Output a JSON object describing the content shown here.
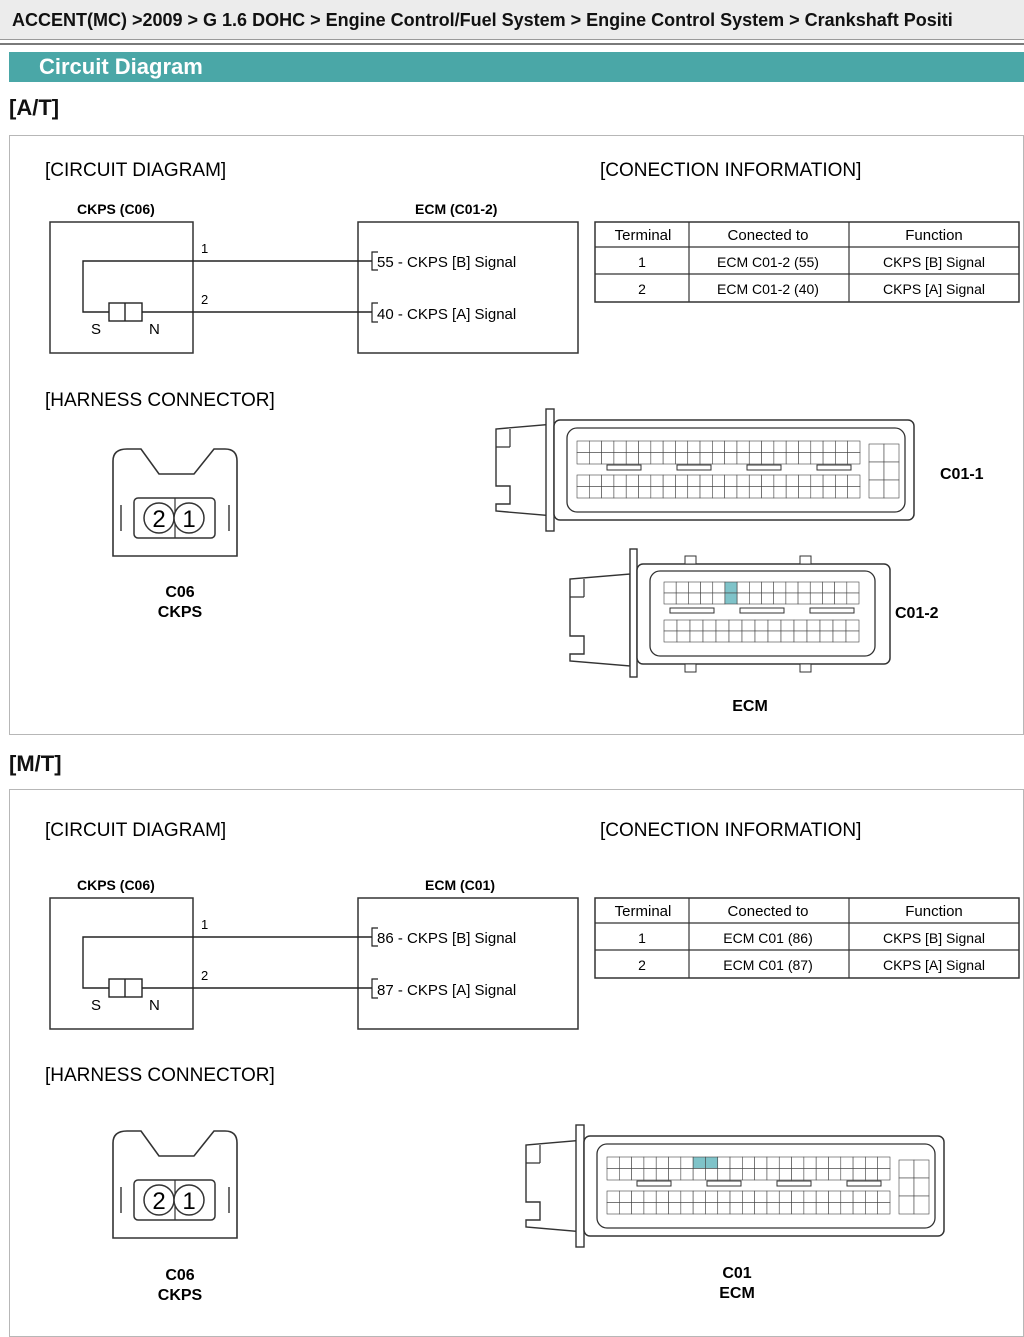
{
  "breadcrumb": "ACCENT(MC) >2009 > G 1.6 DOHC > Engine Control/Fuel System > Engine Control System > Crankshaft Positi",
  "section_title": "Circuit Diagram",
  "variants": [
    {
      "label": "[A/T]",
      "circuit_title": "[CIRCUIT DIAGRAM]",
      "connection_title": "[CONECTION INFORMATION]",
      "sensor_title": "CKPS (C06)",
      "ecm_title": "ECM (C01-2)",
      "wire_numbers": [
        "1",
        "2"
      ],
      "pole_s": "S",
      "pole_n": "N",
      "ecm_pins": [
        "55 - CKPS [B] Signal",
        "40 - CKPS [A] Signal"
      ],
      "table": {
        "headers": [
          "Terminal",
          "Conected to",
          "Function"
        ],
        "rows": [
          [
            "1",
            "ECM C01-2 (55)",
            "CKPS [B] Signal"
          ],
          [
            "2",
            "ECM C01-2 (40)",
            "CKPS [A] Signal"
          ]
        ]
      },
      "harness_title": "[HARNESS CONNECTOR]",
      "connector_pins": [
        "2",
        "1"
      ],
      "connector_caption": [
        "C06",
        "CKPS"
      ],
      "ecm_connector_labels": [
        "C01-1",
        "C01-2"
      ],
      "ecm_caption": [
        "ECM"
      ]
    },
    {
      "label": "[M/T]",
      "circuit_title": "[CIRCUIT DIAGRAM]",
      "connection_title": "[CONECTION INFORMATION]",
      "sensor_title": "CKPS (C06)",
      "ecm_title": "ECM (C01)",
      "wire_numbers": [
        "1",
        "2"
      ],
      "pole_s": "S",
      "pole_n": "N",
      "ecm_pins": [
        "86 - CKPS [B] Signal",
        "87 - CKPS [A] Signal"
      ],
      "table": {
        "headers": [
          "Terminal",
          "Conected to",
          "Function"
        ],
        "rows": [
          [
            "1",
            "ECM C01 (86)",
            "CKPS [B] Signal"
          ],
          [
            "2",
            "ECM C01 (87)",
            "CKPS [A] Signal"
          ]
        ]
      },
      "harness_title": "[HARNESS CONNECTOR]",
      "connector_pins": [
        "2",
        "1"
      ],
      "connector_caption": [
        "C06",
        "CKPS"
      ],
      "ecm_connector_labels": [],
      "ecm_caption": [
        "C01",
        "ECM"
      ]
    }
  ]
}
